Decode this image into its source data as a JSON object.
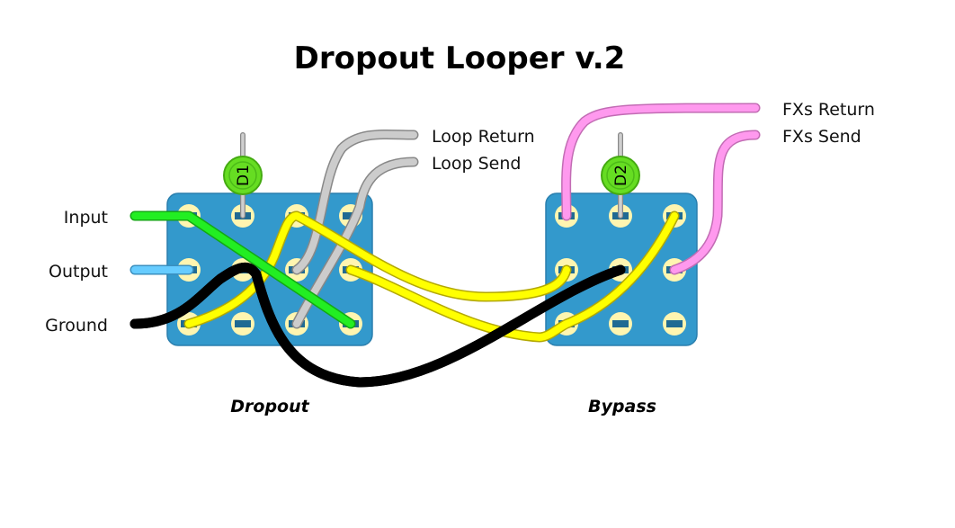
{
  "title": "Dropout Looper v.2",
  "switches": [
    {
      "id": "dropout",
      "caption": "Dropout",
      "led": "D1"
    },
    {
      "id": "bypass",
      "caption": "Bypass",
      "led": "D2"
    }
  ],
  "labels": {
    "input": "Input",
    "output": "Output",
    "ground": "Ground",
    "loop_return": "Loop Return",
    "loop_send": "Loop Send",
    "fx_return": "FXs Return",
    "fx_send": "FXs Send"
  },
  "colors": {
    "board": "#3399cc",
    "board_edge": "#2a7fae",
    "lug": "#fff5b0",
    "lug_pad": "#1f6a93",
    "led": "#66dd22",
    "led_ring": "#44aa11",
    "input_wire": "#22ee22",
    "output_wire": "#66ccff",
    "ground_wire": "#000000",
    "loop_wire": "#cccccc",
    "fx_wire": "#ff99ee",
    "jumper_wire": "#ffff00"
  },
  "wires": [
    {
      "name": "input-wire",
      "color": "input_wire",
      "from": "Input",
      "to": "dropout lug 1,1 → lug 3,4"
    },
    {
      "name": "output-wire",
      "color": "output_wire",
      "from": "Output",
      "to": "dropout lug 2,1"
    },
    {
      "name": "ground-wire",
      "color": "ground_wire",
      "from": "Ground",
      "to": "dropout lug 2,2 → bypass lug 2,2"
    },
    {
      "name": "loop-return-wire",
      "color": "loop_wire",
      "from": "Loop Return",
      "to": "dropout lug 2,3"
    },
    {
      "name": "loop-send-wire",
      "color": "loop_wire",
      "from": "Loop Send",
      "to": "dropout lug 3,3"
    },
    {
      "name": "fx-return-wire",
      "color": "fx_wire",
      "from": "FXs Return",
      "to": "bypass lug 1,1"
    },
    {
      "name": "fx-send-wire",
      "color": "fx_wire",
      "from": "FXs Send",
      "to": "bypass lug 2,3"
    }
  ]
}
